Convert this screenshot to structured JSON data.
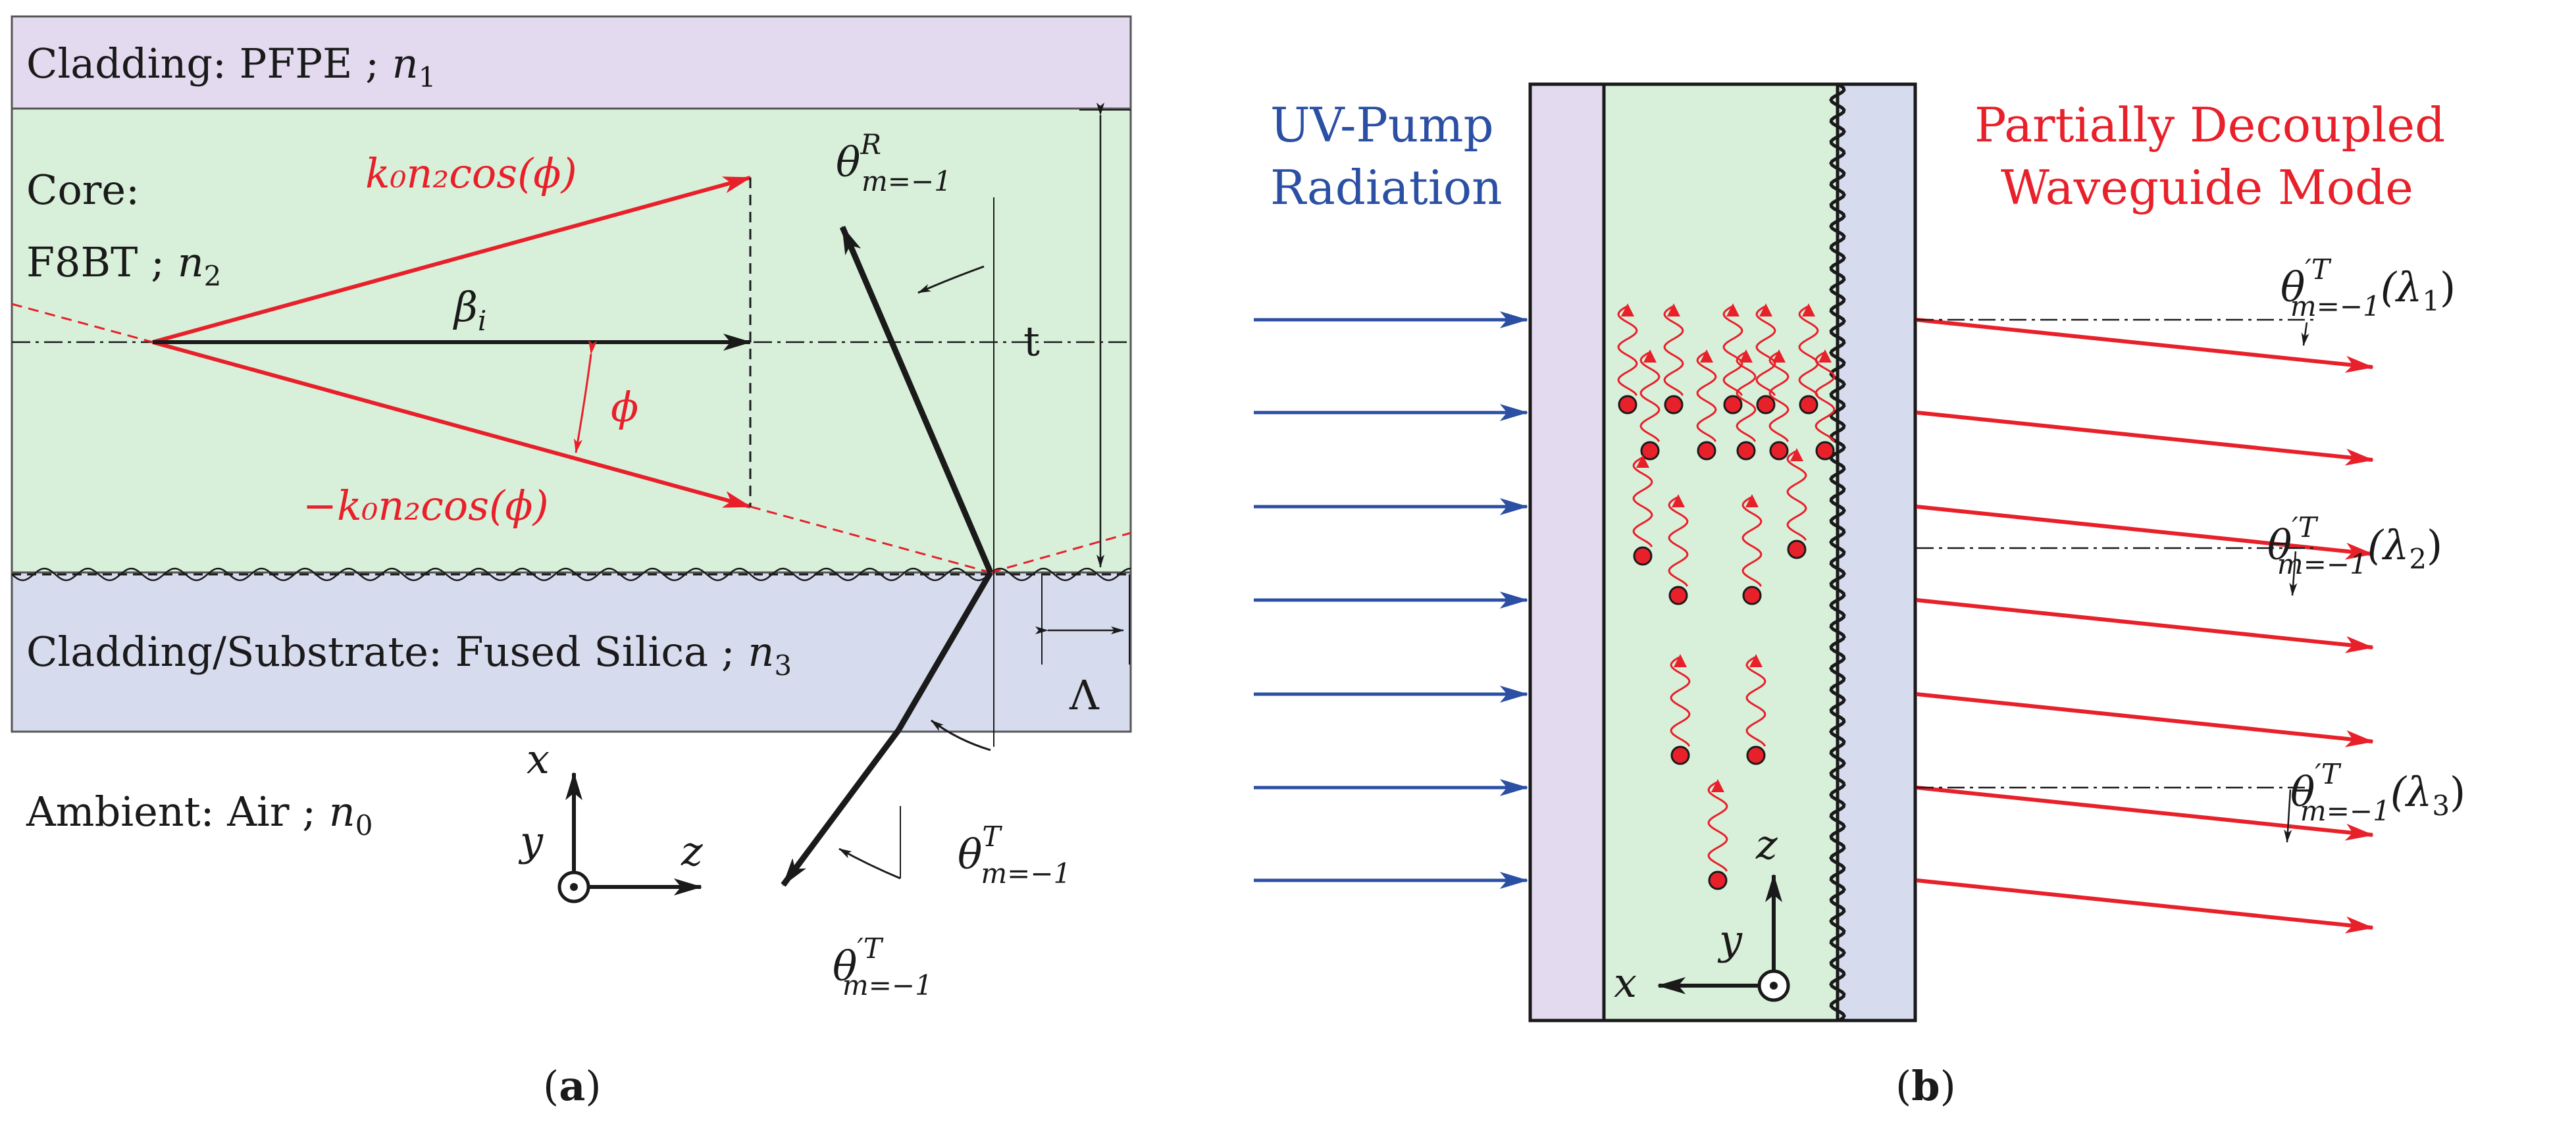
{
  "colors": {
    "cladding_top": "#e3daef",
    "core": "#d8f0da",
    "substrate": "#d7dbee",
    "red": "#e8202a",
    "blue": "#2b4fa3",
    "black": "#1a1a1a"
  },
  "panel_a": {
    "cladding_top": {
      "text": "Cladding: PFPE ; ",
      "sym": "n",
      "sub": "1"
    },
    "core_line1": "Core:",
    "core_line2": {
      "text": "F8BT ; ",
      "sym": "n",
      "sub": "2"
    },
    "k_upper": "k₀n₂cos(ϕ)",
    "k_lower": "−k₀n₂cos(ϕ)",
    "beta": {
      "sym": "β",
      "sub": "i"
    },
    "phi": "ϕ",
    "t": "t",
    "lambda": "Λ",
    "theta_R": {
      "sym": "θ",
      "sup": "R",
      "sub": "m=−1"
    },
    "theta_T": {
      "sym": "θ",
      "sup": "T",
      "sub": "m=−1"
    },
    "theta_T_prime": {
      "sym": "θ",
      "sup": "′T",
      "sub": "m=−1"
    },
    "substrate": {
      "text": "Cladding/Substrate: Fused Silica ; ",
      "sym": "n",
      "sub": "3"
    },
    "ambient": {
      "text": "Ambient: Air ; ",
      "sym": "n",
      "sub": "0"
    },
    "axes": {
      "x": "x",
      "y": "y",
      "z": "z"
    },
    "caption": {
      "open": "(",
      "letter": "a",
      "close": ")"
    }
  },
  "panel_b": {
    "uv_line1": "UV-Pump",
    "uv_line2": "Radiation",
    "mode_line1": "Partially Decoupled",
    "mode_line2": "Waveguide Mode",
    "theta1": {
      "sym": "θ",
      "sup": "′T",
      "sub": "m=−1",
      "arg": "(λ",
      "argsub": "1",
      "close": ")"
    },
    "theta2": {
      "sym": "θ",
      "sup": "′T",
      "sub": "m=−1",
      "arg": "(λ",
      "argsub": "2",
      "close": ")"
    },
    "theta3": {
      "sym": "θ",
      "sup": "′T",
      "sub": "m=−1",
      "arg": "(λ",
      "argsub": "3",
      "close": ")"
    },
    "axes": {
      "x": "x",
      "y": "y",
      "z": "z"
    },
    "caption": {
      "open": "(",
      "letter": "b",
      "close": ")"
    }
  }
}
